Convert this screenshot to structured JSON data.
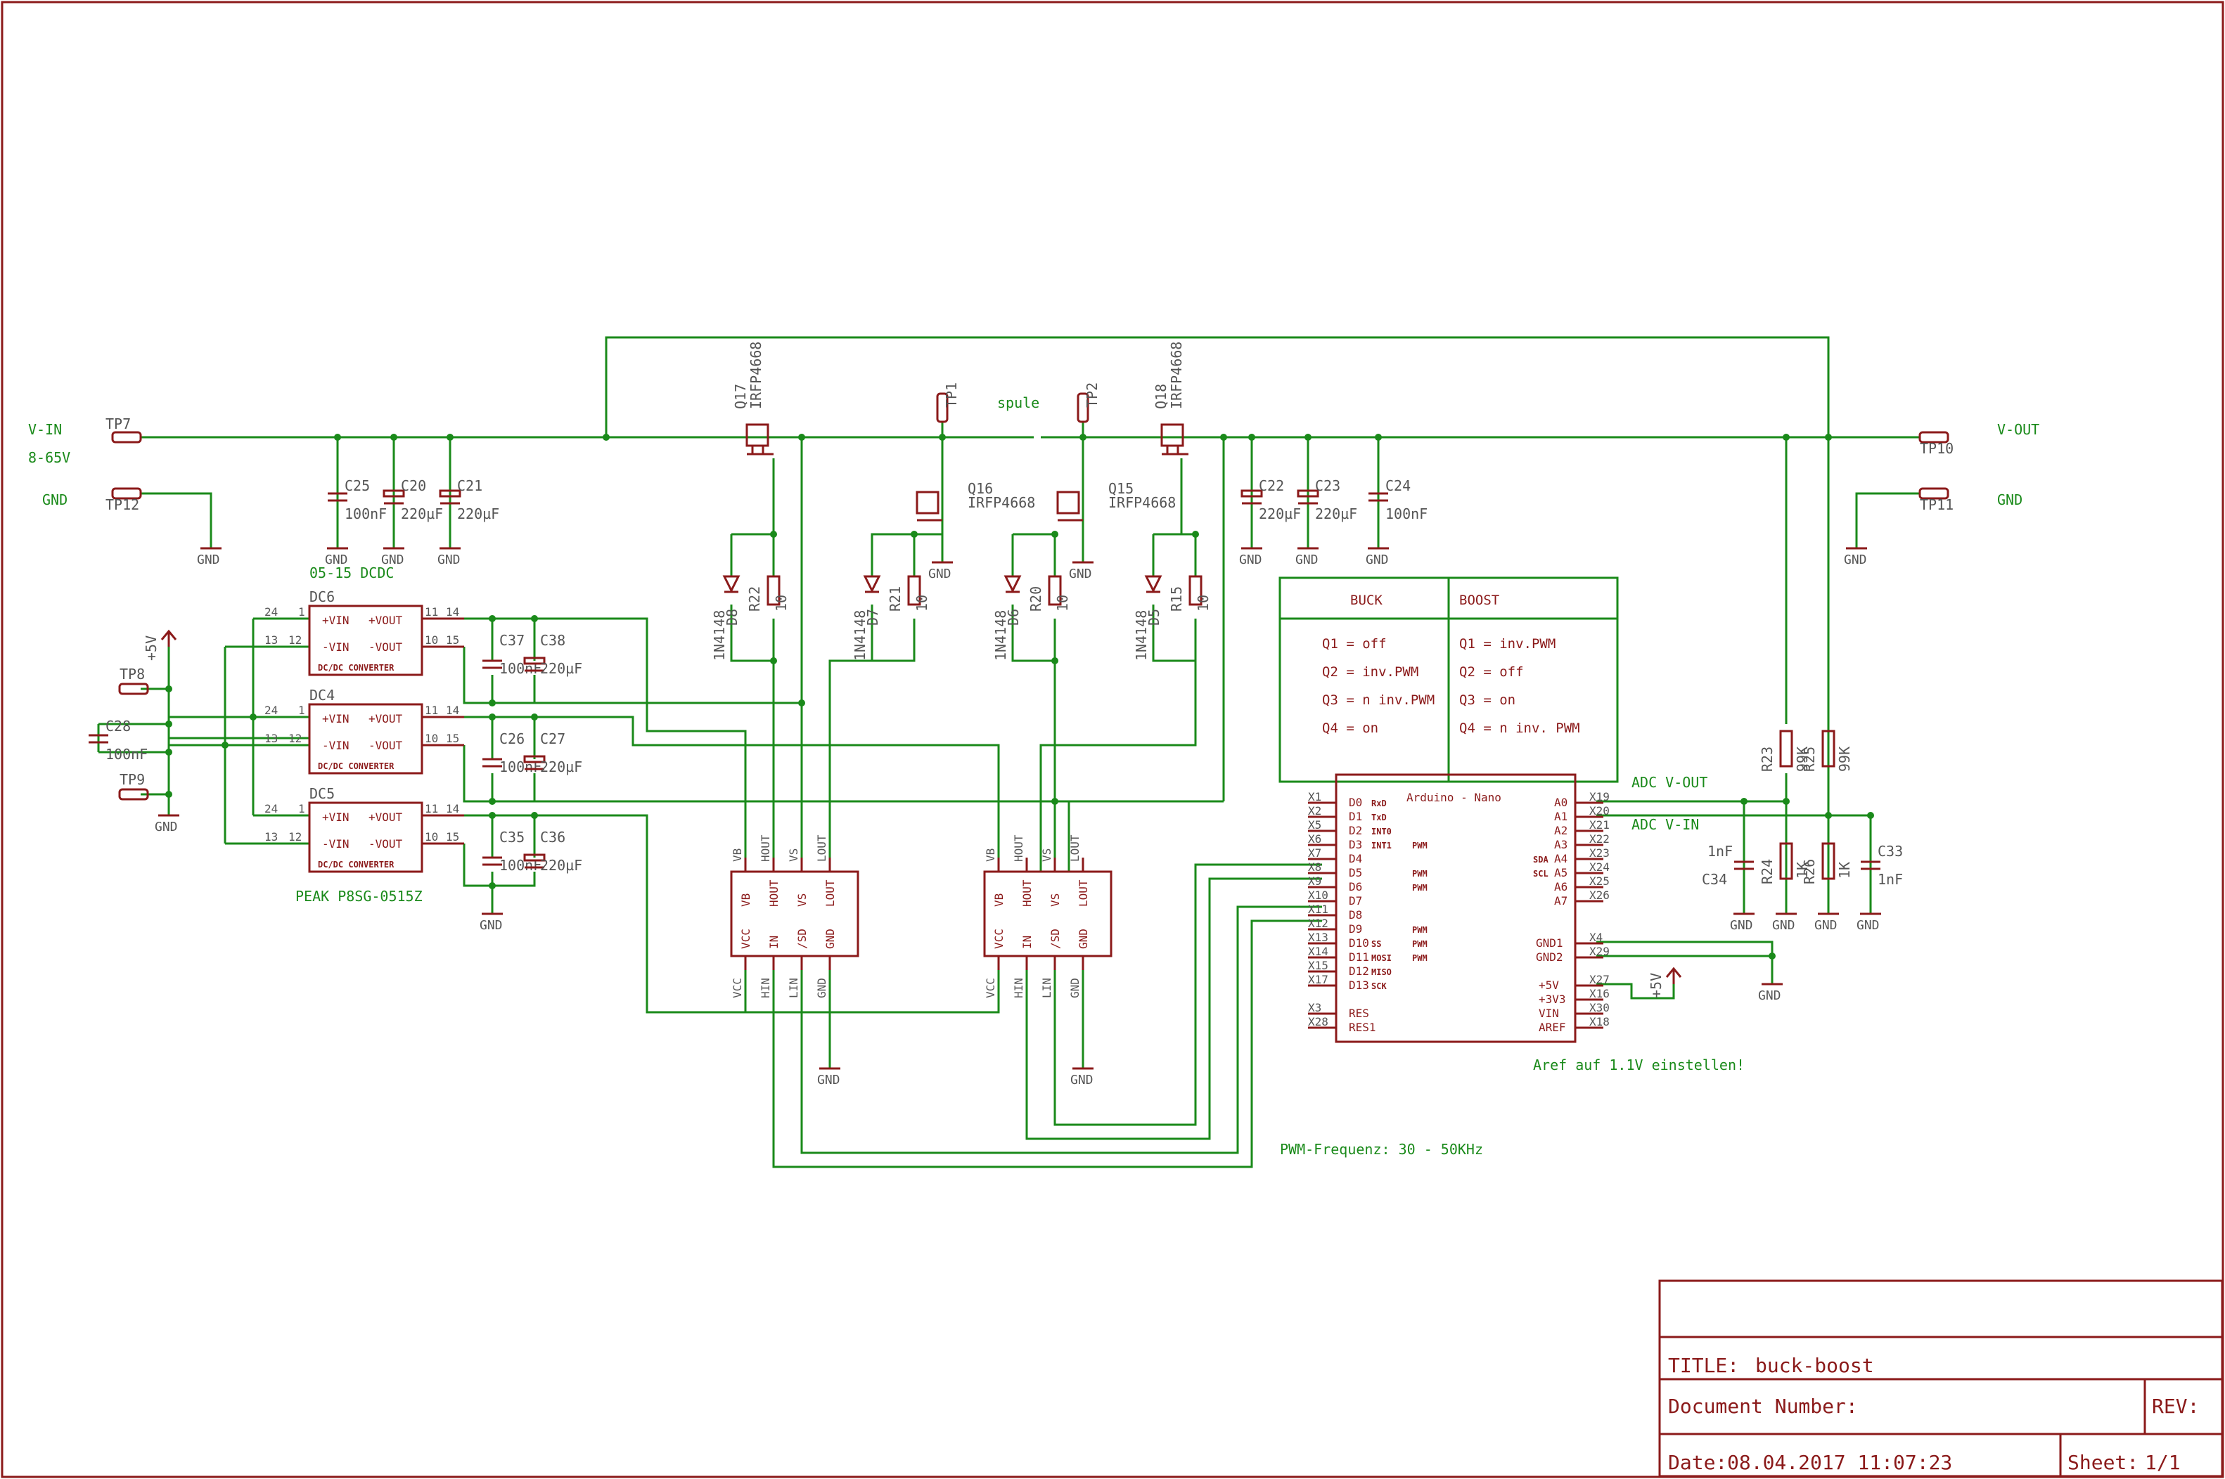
{
  "title_block": {
    "title_label": "TITLE:",
    "title": "buck-boost",
    "docnum_label": "Document Number:",
    "rev_label": "REV:",
    "date_label": "Date:",
    "date": "08.04.2017 11:07:23",
    "sheet_label": "Sheet:",
    "sheet": "1/1"
  },
  "nets": {
    "vin": "V-IN",
    "vin_range": "8-65V",
    "gnd_left": "GND",
    "vout": "V-OUT",
    "gnd_right": "GND",
    "spule": "spule",
    "dcdc": "05-15 DCDC",
    "peak": "PEAK P8SG-0515Z",
    "adc_vout": "ADC  V-OUT",
    "adc_vin": "ADC  V-IN",
    "aref_note": "Aref auf 1.1V einstellen!",
    "pwm_note": "PWM-Frequenz: 30 - 50KHz",
    "gnd": "GND",
    "plus5v": "+5V"
  },
  "testpoints": {
    "tp7": "TP7",
    "tp12": "TP12",
    "tp10": "TP10",
    "tp11": "TP11",
    "tp8": "TP8",
    "tp9": "TP9",
    "tp1": "TP1",
    "tp2": "TP2"
  },
  "mosfets": {
    "q17": "Q17",
    "q16": "Q16",
    "q15": "Q15",
    "q18": "Q18",
    "type": "IRFP4668"
  },
  "passives": {
    "c25": "C25",
    "c20": "C20",
    "c21": "C21",
    "c22": "C22",
    "c23": "C23",
    "c24": "C24",
    "c28": "C28",
    "c37": "C37",
    "c38": "C38",
    "c26": "C26",
    "c27": "C27",
    "c35": "C35",
    "c36": "C36",
    "c34": "C34",
    "c33": "C33",
    "v100nf": "100nF",
    "v220uf": "220µF",
    "v1nf": "1nF",
    "r22": "R22",
    "r21": "R21",
    "r20": "R20",
    "r15": "R15",
    "r23": "R23",
    "r25": "R25",
    "r24": "R24",
    "r26": "R26",
    "v10": "10",
    "v99k": "99K",
    "v1k": "1K",
    "d8": "D8",
    "d7": "D7",
    "d6": "D6",
    "d5": "D5",
    "diode": "1N4148"
  },
  "dcdc_blocks": {
    "dc6": "DC6",
    "dc4": "DC4",
    "dc5": "DC5",
    "plus_vin": "+VIN",
    "minus_vin": "-VIN",
    "plus_vout": "+VOUT",
    "minus_vout": "-VOUT",
    "label": "DC/DC CONVERTER",
    "p24": "24",
    "p1": "1",
    "p13": "13",
    "p12": "12",
    "p11": "11",
    "p14": "14",
    "p10": "10",
    "p15": "15"
  },
  "drivers": {
    "top_pins": [
      "VB",
      "HOUT",
      "VS",
      "LOUT"
    ],
    "inner_top": [
      "VB",
      "HOUT",
      "VS",
      "LOUT"
    ],
    "inner_bottom": [
      "VCC",
      "IN",
      "/SD",
      "GND"
    ],
    "bottom_pins": [
      "VCC",
      "HIN",
      "LIN",
      "GND"
    ]
  },
  "arduino": {
    "title": "Arduino - Nano",
    "left_x": [
      "X1",
      "X2",
      "X5",
      "X6",
      "X7",
      "X8",
      "X9",
      "X10",
      "X11",
      "X12",
      "X13",
      "X14",
      "X15",
      "X17"
    ],
    "left_pins": [
      "D0",
      "D1",
      "D2",
      "D3",
      "D4",
      "D5",
      "D6",
      "D7",
      "D8",
      "D9",
      "D10",
      "D11",
      "D12",
      "D13"
    ],
    "left_fn": [
      "RxD",
      "TxD",
      "INT0",
      "INT1",
      "",
      "",
      "",
      "",
      "",
      "",
      "SS",
      "MOSI",
      "MISO",
      "SCK"
    ],
    "left_pwm": [
      "",
      "",
      "",
      "PWM",
      "",
      "PWM",
      "PWM",
      "",
      "",
      "PWM",
      "PWM",
      "PWM",
      "",
      ""
    ],
    "res_x": [
      "X3",
      "X28"
    ],
    "res_pins": [
      "RES",
      "RES1"
    ],
    "right_x": [
      "X19",
      "X20",
      "X21",
      "X22",
      "X23",
      "X24",
      "X25",
      "X26"
    ],
    "right_pins": [
      "A0",
      "A1",
      "A2",
      "A3",
      "A4",
      "A5",
      "A6",
      "A7"
    ],
    "right_fn": [
      "",
      "",
      "",
      "",
      "SDA",
      "SCL",
      "",
      ""
    ],
    "gnd_x": [
      "X4",
      "X29"
    ],
    "gnd_pins": [
      "GND1",
      "GND2"
    ],
    "pwr_x": [
      "X27",
      "X16",
      "X30",
      "X18"
    ],
    "pwr_pins": [
      "+5V",
      "+3V3",
      "VIN",
      "AREF"
    ]
  },
  "table": {
    "buck": "BUCK",
    "boost": "BOOST",
    "buck_rows": [
      "Q1 = off",
      "Q2 = inv.PWM",
      "Q3 = n inv.PWM",
      "Q4 = on"
    ],
    "boost_rows": [
      "Q1 = inv.PWM",
      "Q2 = off",
      "Q3 = on",
      "Q4 = n inv. PWM"
    ]
  }
}
